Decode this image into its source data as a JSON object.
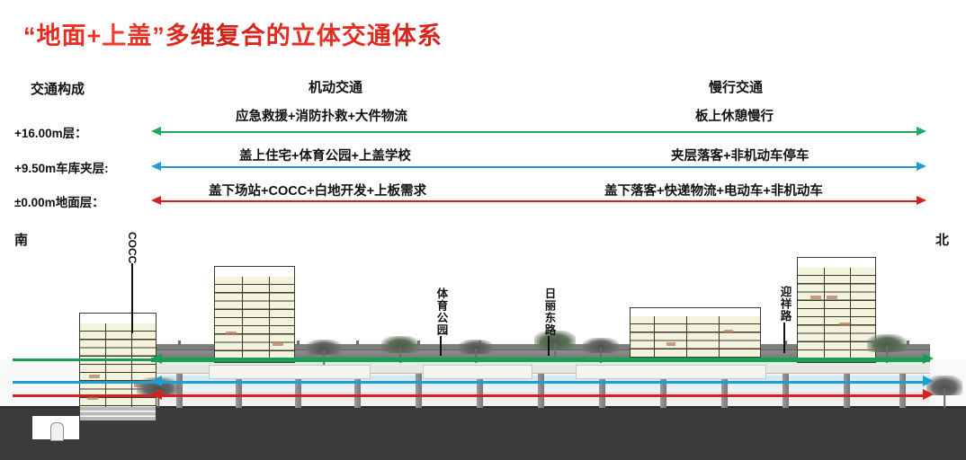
{
  "title": "“地面+上盖”多维复合的立体交通体系",
  "columns": {
    "compose": "交通构成",
    "motor": "机动交通",
    "slow": "慢行交通"
  },
  "levels": [
    {
      "label": "+16.00m层：",
      "color": "#17a055",
      "motor": "应急救援+消防扑救+大件物流",
      "slow": "板上休憩慢行"
    },
    {
      "label": "+9.50m车库夹层:",
      "color": "#1f9ed6",
      "motor": "盖上住宅+体育公园+上盖学校",
      "slow": "夹层落客+非机动车停车"
    },
    {
      "label": "±0.00m地面层：",
      "color": "#d5201c",
      "motor": "盖下场站+COCC+白地开发+上板需求",
      "slow": "盖下落客+快递物流+电动车+非机动车"
    }
  ],
  "compass": {
    "south": "南",
    "north": "北"
  },
  "callouts": [
    {
      "text": "COCC",
      "orientation": "latin"
    },
    {
      "text": "体育公园",
      "orientation": "cjk"
    },
    {
      "text": "日丽东路",
      "orientation": "cjk"
    },
    {
      "text": "迎祥路",
      "orientation": "cjk"
    }
  ],
  "colors": {
    "title_red": "#e22b20",
    "green": "#17a055",
    "blue": "#1f9ed6",
    "red": "#d5201c",
    "ground": "#3c3c3c",
    "building_fill": "#f0efd8",
    "deck_gray": "#7c7c7c"
  }
}
